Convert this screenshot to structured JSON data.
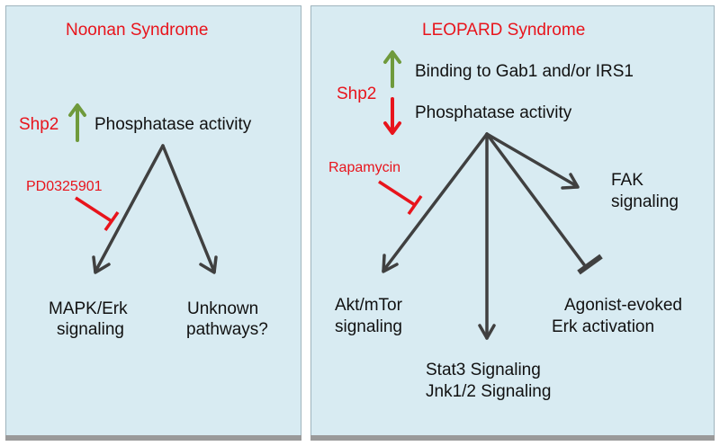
{
  "left": {
    "title": "Noonan Syndrome",
    "shp2": "Shp2",
    "activity": "Phosphatase activity",
    "inhibitor": "PD0325901",
    "outputs": [
      {
        "line1": "MAPK/Erk",
        "line2": "signaling"
      },
      {
        "line1": "Unknown",
        "line2": "pathways?"
      }
    ]
  },
  "right": {
    "title": "LEOPARD Syndrome",
    "shp2": "Shp2",
    "binding": "Binding to Gab1 and/or IRS1",
    "activity": "Phosphatase activity",
    "inhibitor": "Rapamycin",
    "outputs": {
      "fak": {
        "line1": "FAK",
        "line2": "signaling"
      },
      "akt": {
        "line1": "Akt/mTor",
        "line2": "signaling"
      },
      "agonist": {
        "line1": "Agonist-evoked",
        "line2": "Erk activation"
      },
      "stat": {
        "line1": "Stat3 Signaling",
        "line2": "Jnk1/2 Signaling"
      }
    }
  },
  "colors": {
    "up_arrow": "#6f9a3c",
    "down_arrow": "#e8141c",
    "inhibitor": "#e8141c",
    "pathway_arrow": "#404040",
    "panel_bg": "#d8ebf2"
  }
}
